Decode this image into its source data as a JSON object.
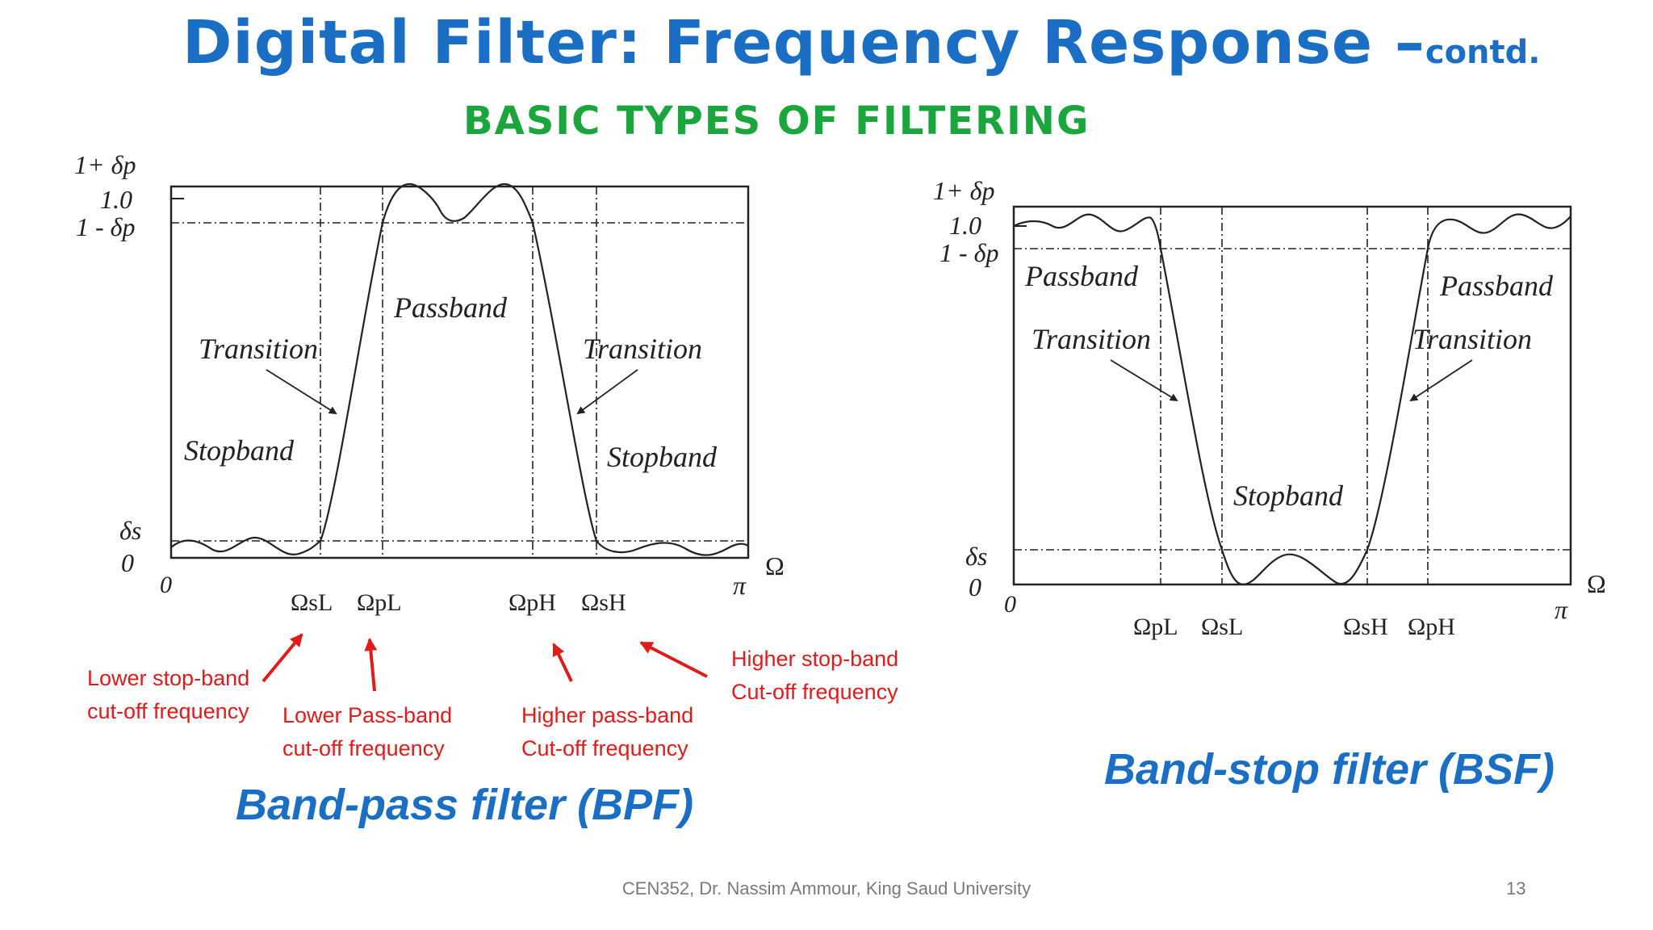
{
  "slide": {
    "title": "Digital Filter: Frequency Response –",
    "title_suffix": "contd.",
    "subtitle": "BASIC TYPES OF FILTERING",
    "footer": "CEN352, Dr. Nassim Ammour, King Saud University",
    "page_number": "13"
  },
  "bpf": {
    "caption": "Band-pass filter (BPF)",
    "y_labels": {
      "one_plus_dp": "1+ δp",
      "one": "1.0",
      "one_minus_dp": "1 - δp",
      "ds": "δs",
      "zero": "0"
    },
    "x_labels": {
      "zero": "0",
      "pi": "π",
      "axis": "Ω",
      "omega_sL": "ΩsL",
      "omega_pL": "ΩpL",
      "omega_pH": "ΩpH",
      "omega_sH": "ΩsH"
    },
    "regions": {
      "passband": "Passband",
      "transition_left": "Transition",
      "transition_right": "Transition",
      "stopband_left": "Stopband",
      "stopband_right": "Stopband"
    },
    "annotations": {
      "lower_stop_1": "Lower stop-band",
      "lower_stop_2": "cut-off frequency",
      "lower_pass_1": "Lower Pass-band",
      "lower_pass_2": "cut-off frequency",
      "higher_pass_1": "Higher pass-band",
      "higher_pass_2": "Cut-off frequency",
      "higher_stop_1": "Higher stop-band",
      "higher_stop_2": "Cut-off frequency"
    }
  },
  "bsf": {
    "caption": "Band-stop filter (BSF)",
    "y_labels": {
      "one_plus_dp": "1+ δp",
      "one": "1.0",
      "one_minus_dp": "1 - δp",
      "ds": "δs",
      "zero": "0"
    },
    "x_labels": {
      "zero": "0",
      "pi": "π",
      "axis": "Ω",
      "omega_pL": "ΩpL",
      "omega_sL": "ΩsL",
      "omega_sH": "ΩsH",
      "omega_pH": "ΩpH"
    },
    "regions": {
      "passband_left": "Passband",
      "passband_right": "Passband",
      "transition_left": "Transition",
      "transition_right": "Transition",
      "stopband": "Stopband"
    }
  },
  "colors": {
    "title": "#1a6fc4",
    "subtitle": "#1aa63c",
    "annotation": "#e01b1b",
    "footer": "#7a7a7a",
    "diagram_ink": "#222222"
  }
}
